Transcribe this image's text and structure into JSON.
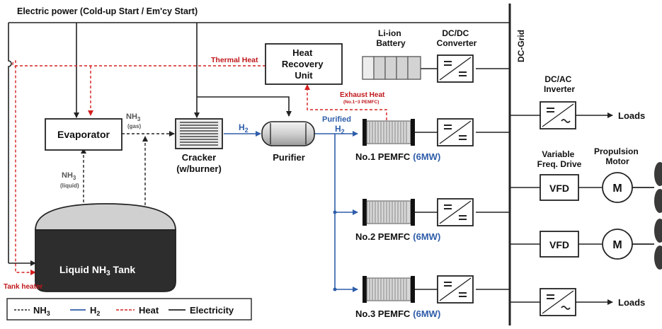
{
  "title": "Electric power (Cold-up Start / Em'cy Start)",
  "grid_label": "DC-Grid",
  "labels": {
    "thermal_heat": "Thermal Heat",
    "heat_recovery": [
      "Heat",
      "Recovery",
      "Unit"
    ],
    "exhaust_heat": "Exhaust Heat",
    "exhaust_heat_sub": "(No.1~3 PEMFC)",
    "battery": [
      "Li-ion",
      "Battery"
    ],
    "dcdc": [
      "DC/DC",
      "Converter"
    ],
    "dcac": [
      "DC/AC",
      "Inverter"
    ],
    "loads": "Loads",
    "vfd_title": [
      "Variable",
      "Freq. Drive"
    ],
    "propulsion_title": [
      "Propulsion",
      "Motor"
    ],
    "vfd": "VFD",
    "motor": "M",
    "evaporator": "Evaporator",
    "nh3": "NH",
    "sub3": "3",
    "gas": "(gas)",
    "liquid": "(liquid)",
    "cracker": "Cracker",
    "cracker_sub": "(w/burner)",
    "h2": "H",
    "sub2": "2",
    "purifier": "Purifier",
    "purified": "Purified",
    "tank_a": "Liquid  NH",
    "tank_b": " Tank",
    "tank_heater": "Tank heater",
    "rating": "(6MW)"
  },
  "fuel_cells": [
    "No.1 PEMFC",
    "No.2 PEMFC",
    "No.3 PEMFC"
  ],
  "legend": [
    "NH",
    "H",
    "Heat",
    "Electricity"
  ],
  "colors": {
    "nh3": "#222222",
    "h2": "#2f5eaa",
    "heat": "#d42020",
    "electricity": "#222222"
  }
}
